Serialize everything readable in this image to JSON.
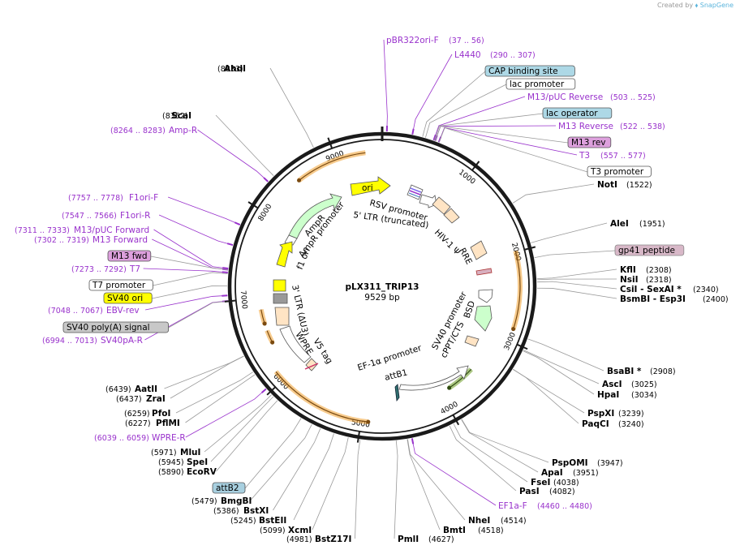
{
  "watermark": {
    "prefix": "Created by",
    "brand": "SnapGene"
  },
  "plasmid": {
    "name": "pLX311_TRIP13",
    "size_label": "9529 bp",
    "length": 9529
  },
  "colors": {
    "enzyme": "#000000",
    "primer": "#9932cc",
    "line": "#999999",
    "backbone": "#1a1a1a",
    "yellow": "#ffff00",
    "green": "#ccffcc",
    "beige": "#ffe4c4",
    "orange": "#f0a030",
    "olive": "#6a9a20"
  },
  "ticks": [
    {
      "label": "1000",
      "bp": 1000
    },
    {
      "label": "2000",
      "bp": 2000
    },
    {
      "label": "3000",
      "bp": 3000
    },
    {
      "label": "4000",
      "bp": 4000
    },
    {
      "label": "5000",
      "bp": 5000
    },
    {
      "label": "6000",
      "bp": 6000
    },
    {
      "label": "7000",
      "bp": 7000
    },
    {
      "label": "8000",
      "bp": 8000
    },
    {
      "label": "9000",
      "bp": 9000
    }
  ],
  "enzymes": [
    {
      "name": "AhdI",
      "pos": "(8833)",
      "bp": 8833
    },
    {
      "name": "ScaI",
      "pos": "(8352)",
      "bp": 8352
    },
    {
      "name": "NotI",
      "pos": "(1522)",
      "bp": 1522
    },
    {
      "name": "AleI",
      "pos": "(1951)",
      "bp": 1951
    },
    {
      "name": "KflI",
      "pos": "(2308)",
      "bp": 2308
    },
    {
      "name": "NsiI",
      "pos": "(2318)",
      "bp": 2318
    },
    {
      "name": "CsiI  - SexAI *",
      "pos": "(2340)",
      "bp": 2340
    },
    {
      "name": "BsmBI  - Esp3I",
      "pos": "(2400)",
      "bp": 2400
    },
    {
      "name": "BsaBI *",
      "pos": "(2908)",
      "bp": 2908
    },
    {
      "name": "AscI",
      "pos": "(3025)",
      "bp": 3025
    },
    {
      "name": "HpaI",
      "pos": "(3034)",
      "bp": 3034
    },
    {
      "name": "PspXI",
      "pos": "(3239)",
      "bp": 3239
    },
    {
      "name": "PaqCI",
      "pos": "(3240)",
      "bp": 3240
    },
    {
      "name": "PspOMI",
      "pos": "(3947)",
      "bp": 3947
    },
    {
      "name": "ApaI",
      "pos": "(3951)",
      "bp": 3951
    },
    {
      "name": "FseI",
      "pos": "(4038)",
      "bp": 4038
    },
    {
      "name": "PasI",
      "pos": "(4082)",
      "bp": 4082
    },
    {
      "name": "NheI",
      "pos": "(4514)",
      "bp": 4514
    },
    {
      "name": "BmtI",
      "pos": "(4518)",
      "bp": 4518
    },
    {
      "name": "PmlI",
      "pos": "(4627)",
      "bp": 4627
    },
    {
      "name": "BstZ17I",
      "pos": "(4981)",
      "bp": 4981
    },
    {
      "name": "XcmI",
      "pos": "(5099)",
      "bp": 5099
    },
    {
      "name": "BstEII",
      "pos": "(5245)",
      "bp": 5245
    },
    {
      "name": "BstXI",
      "pos": "(5386)",
      "bp": 5386
    },
    {
      "name": "BmgBI",
      "pos": "(5479)",
      "bp": 5479
    },
    {
      "name": "EcoRV",
      "pos": "(5890)",
      "bp": 5890
    },
    {
      "name": "SpeI",
      "pos": "(5945)",
      "bp": 5945
    },
    {
      "name": "MluI",
      "pos": "(5971)",
      "bp": 5971
    },
    {
      "name": "PflMI",
      "pos": "(6227)",
      "bp": 6227
    },
    {
      "name": "PfoI",
      "pos": "(6259)",
      "bp": 6259
    },
    {
      "name": "ZraI",
      "pos": "(6437)",
      "bp": 6437
    },
    {
      "name": "AatII",
      "pos": "(6439)",
      "bp": 6439
    }
  ],
  "primers": [
    {
      "name": "pBR322ori-F",
      "pos": "(37 .. 56)",
      "bp": 46
    },
    {
      "name": "L4440",
      "pos": "(290 .. 307)",
      "bp": 298
    },
    {
      "name": "M13/pUC Reverse",
      "pos": "(503 .. 525)",
      "bp": 514
    },
    {
      "name": "M13 Reverse",
      "pos": "(522 .. 538)",
      "bp": 530
    },
    {
      "name": "T3",
      "pos": "(557 .. 577)",
      "bp": 567
    },
    {
      "name": "EF1a-F",
      "pos": "(4460 .. 4480)",
      "bp": 4470
    },
    {
      "name": "WPRE-R",
      "pos": "(6039 .. 6059)",
      "bp": 6049
    },
    {
      "name": "SV40pA-R",
      "pos": "(6994 .. 7013)",
      "bp": 7003
    },
    {
      "name": "EBV-rev",
      "pos": "(7048 .. 7067)",
      "bp": 7057
    },
    {
      "name": "T7",
      "pos": "(7273 .. 7292)",
      "bp": 7282
    },
    {
      "name": "M13 Forward",
      "pos": "(7302 .. 7319)",
      "bp": 7310
    },
    {
      "name": "M13/pUC Forward",
      "pos": "(7311 .. 7333)",
      "bp": 7322
    },
    {
      "name": "F1ori-R",
      "pos": "(7547 .. 7566)",
      "bp": 7556
    },
    {
      "name": "F1ori-F",
      "pos": "(7757 .. 7778)",
      "bp": 7767
    },
    {
      "name": "Amp-R",
      "pos": "(8264 .. 8283)",
      "bp": 8273
    }
  ],
  "boxed": [
    {
      "name": "CAP binding site",
      "bp": 400,
      "fill": "#add8e6",
      "text": "#000000",
      "stroke": "#555555"
    },
    {
      "name": "lac promoter",
      "bp": 430,
      "fill": "#ffffff",
      "text": "#000000",
      "stroke": "#555555"
    },
    {
      "name": "lac operator",
      "bp": 520,
      "fill": "#add8e6",
      "text": "#000000",
      "stroke": "#555555"
    },
    {
      "name": "M13 rev",
      "bp": 530,
      "fill": "#dda0dd",
      "text": "#000000",
      "stroke": "#555555"
    },
    {
      "name": "T3 promoter",
      "bp": 570,
      "fill": "#ffffff",
      "text": "#000000",
      "stroke": "#555555"
    },
    {
      "name": "gp41 peptide",
      "bp": 2100,
      "fill": "#d8b8c8",
      "text": "#000000",
      "stroke": "#888888"
    },
    {
      "name": "attB2",
      "bp": 5600,
      "fill": "#a8d0e0",
      "text": "#000000",
      "stroke": "#555555"
    },
    {
      "name": "SV40 poly(A) signal",
      "bp": 7000,
      "fill": "#c8c8c8",
      "text": "#000000",
      "stroke": "#555555"
    },
    {
      "name": "SV40 ori",
      "bp": 7150,
      "fill": "#ffff00",
      "text": "#000000",
      "stroke": "#555555"
    },
    {
      "name": "T7 promoter",
      "bp": 7270,
      "fill": "#ffffff",
      "text": "#000000",
      "stroke": "#555555"
    },
    {
      "name": "M13 fwd",
      "bp": 7310,
      "fill": "#dda0dd",
      "text": "#000000",
      "stroke": "#555555"
    }
  ],
  "inner_labels": [
    {
      "name": "ori"
    },
    {
      "name": "RSV promoter"
    },
    {
      "name": "5' LTR (truncated)"
    },
    {
      "name": "HIV-1 Ψ"
    },
    {
      "name": "RRE"
    },
    {
      "name": "AmpR"
    },
    {
      "name": "AmpR promoter"
    },
    {
      "name": "f1 ori"
    },
    {
      "name": "3' LTR (ΔU3)"
    },
    {
      "name": "V5 tag"
    },
    {
      "name": "WPRE"
    },
    {
      "name": "SV40 promoter"
    },
    {
      "name": "BSD"
    },
    {
      "name": "cPPT/CTS"
    },
    {
      "name": "EF-1α promoter"
    },
    {
      "name": "attB1"
    }
  ]
}
